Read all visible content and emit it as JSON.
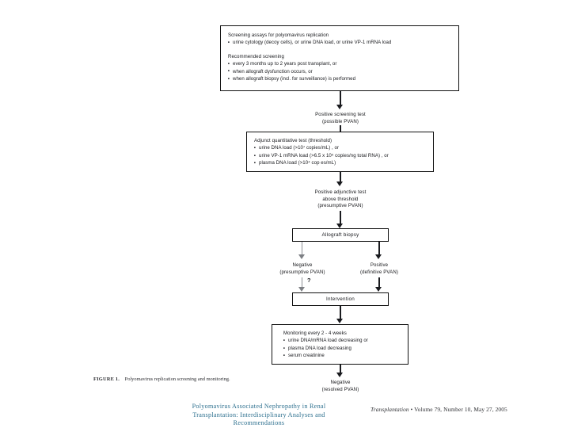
{
  "figure": {
    "caption_label": "FIGURE 1.",
    "caption_text": "Polyomavirus replication screening and monitoring."
  },
  "boxes": {
    "screening": {
      "heading1": "Screening assays for polyomavirus replication",
      "bullets1": [
        "urine cytology (decoy cells), or urine DNA load, or urine VP-1 mRNA load"
      ],
      "heading2": "Recommended screening",
      "bullets2": [
        "every 3 months up to 2 years post transplant, or",
        "when allograft dysfunction occurs, or",
        "when allograft biopsy (incl. for surveillance) is performed"
      ]
    },
    "adjunct": {
      "heading": "Adjunct quantitative test (threshold)",
      "bullets": [
        "urine DNA load (>10⁷ copies/mL) , or",
        "urine VP-1 mRNA load (>6.5 x 10⁵ copies/ng total RNA) , or",
        "plasma DNA load (>10⁴ cop es/mL)"
      ]
    },
    "biopsy": {
      "label": "Allograft biopsy"
    },
    "intervention": {
      "label": "Intervention"
    },
    "monitoring": {
      "heading": "Monitoring every 2 - 4 weeks",
      "bullets": [
        "urine DNA/mRNA load decreasing or",
        "plasma DNA load decreasing",
        "serum creatinine"
      ]
    }
  },
  "flow_labels": {
    "positive_screening": {
      "line1": "Positive screening test",
      "line2": "(possible PVAN)"
    },
    "positive_adjunctive": {
      "line1": "Positive adjunctive test",
      "line2": "above threshold",
      "line3": "(presumptive PVAN)"
    },
    "branch_negative": {
      "line1": "Negative",
      "line2": "(presumptive PVAN)"
    },
    "branch_positive": {
      "line1": "Positive",
      "line2": "(definitive PVAN)"
    },
    "uncertain_marker": "?",
    "final_negative": {
      "line1": "Negative",
      "line2": "(resolved PVAN)"
    }
  },
  "footer": {
    "title_line1": "Polyomavirus Associated Nephropathy in Renal",
    "title_line2": "Transplantation: Interdisciplinary Analyses and",
    "title_line3": "Recommendations",
    "journal": "Transplantation",
    "reference": " • Volume 79, Number 10, May 27, 2005"
  },
  "colors": {
    "footer_title": "#2c6f8e",
    "line": "#1a1b1f",
    "uncertain_line": "#8e9095"
  }
}
